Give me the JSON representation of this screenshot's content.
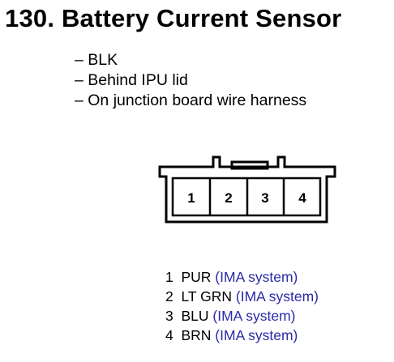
{
  "title": "130. Battery Current Sensor",
  "notes": [
    "– BLK",
    "– Behind IPU lid",
    "– On junction board wire harness"
  ],
  "connector": {
    "pins": [
      "1",
      "2",
      "3",
      "4"
    ]
  },
  "wires": [
    {
      "pin": "1",
      "color": "PUR",
      "system": "(IMA system)"
    },
    {
      "pin": "2",
      "color": "LT GRN",
      "system": "(IMA system)"
    },
    {
      "pin": "3",
      "color": "BLU",
      "system": "(IMA system)"
    },
    {
      "pin": "4",
      "color": "BRN",
      "system": "(IMA system)"
    }
  ],
  "colors": {
    "system_text": "#2a2aa8"
  }
}
